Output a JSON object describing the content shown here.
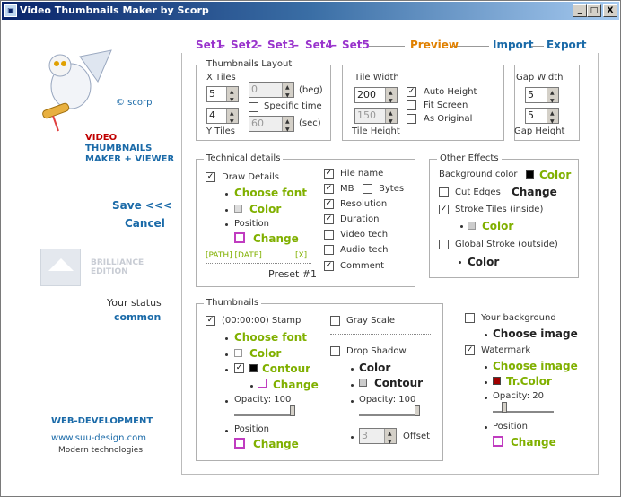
{
  "window": {
    "title": "Video Thumbnails Maker by Scorp",
    "min": "_",
    "max": "□",
    "close": "X"
  },
  "nav": {
    "set1": "Set1",
    "set2": "Set2",
    "set3": "Set3",
    "set4": "Set4",
    "set5": "Set5",
    "sep": "–",
    "preview": "Preview",
    "import": "Import",
    "export": "Export"
  },
  "sidebar": {
    "copyright": "© scorp",
    "brand1": "VIDEO",
    "brand2": "THUMBNAILS",
    "brand3": "MAKER + VIEWER",
    "save": "Save <<<",
    "cancel": "Cancel",
    "edition": "BRILLIANCE EDITION",
    "status_label": "Your status",
    "status_value": "common",
    "web_dev": "WEB-DEVELOPMENT",
    "site": "www.suu-design.com",
    "tagline": "Modern technologies"
  },
  "layout": {
    "legend": "Thumbnails Layout",
    "xtiles": "X Tiles",
    "xtiles_val": "5",
    "ytiles": "Y Tiles",
    "ytiles_val": "4",
    "beg_val": "0",
    "beg": "(beg)",
    "specific": "Specific time",
    "sec_val": "60",
    "sec": "(sec)"
  },
  "tile": {
    "width_label": "Tile Width",
    "width_val": "200",
    "height_val": "150",
    "height_label": "Tile Height",
    "auto": "Auto Height",
    "fit": "Fit Screen",
    "orig": "As Original"
  },
  "gap": {
    "width_label": "Gap Width",
    "width_val": "5",
    "height_val": "5",
    "height_label": "Gap Height"
  },
  "tech": {
    "legend": "Technical details",
    "draw": "Draw Details",
    "font": "Choose font",
    "color": "Color",
    "position": "Position",
    "change": "Change",
    "tokens": "[PATH]  [DATE]",
    "x": "[X]",
    "preset": "Preset #1",
    "filename": "File name",
    "mb": "MB",
    "bytes": "Bytes",
    "resolution": "Resolution",
    "duration": "Duration",
    "videotech": "Video tech",
    "audiotech": "Audio tech",
    "comment": "Comment"
  },
  "effects": {
    "legend": "Other Effects",
    "bg": "Background color",
    "color": "Color",
    "cut": "Cut Edges",
    "change": "Change",
    "stroke": "Stroke Tiles (inside)",
    "global": "Global Stroke (outside)"
  },
  "thumbs": {
    "legend": "Thumbnails",
    "stamp": "(00:00:00) Stamp",
    "font": "Choose font",
    "color": "Color",
    "contour": "Contour",
    "change": "Change",
    "opacity": "Opacity: 100",
    "position": "Position",
    "gray": "Gray Scale",
    "shadow": "Drop Shadow",
    "offset": "Offset",
    "offset_val": "3"
  },
  "extra": {
    "yourbg": "Your background",
    "choose_image": "Choose image",
    "watermark": "Watermark",
    "trcolor": "Tr.Color",
    "opacity": "Opacity: 20",
    "position": "Position",
    "change": "Change"
  },
  "colors": {
    "purple": "#9933cc",
    "orange": "#e08000",
    "blue": "#1a6aa8",
    "green": "#80b000"
  }
}
